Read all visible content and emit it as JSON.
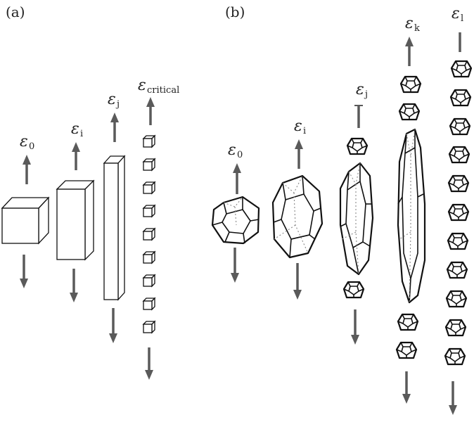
{
  "panels": [
    {
      "label": "(a)",
      "stages": [
        {
          "symbol": "ε",
          "sub": "0"
        },
        {
          "symbol": "ε",
          "sub": "i"
        },
        {
          "symbol": "ε",
          "sub": "j"
        },
        {
          "symbol": "ε",
          "sub": "critical"
        }
      ]
    },
    {
      "label": "(b)",
      "stages": [
        {
          "symbol": "ε",
          "sub": "0"
        },
        {
          "symbol": "ε",
          "sub": "i"
        },
        {
          "symbol": "ε",
          "sub": "j"
        },
        {
          "symbol": "ε",
          "sub": "k"
        },
        {
          "symbol": "ε",
          "sub": "l"
        }
      ]
    }
  ]
}
